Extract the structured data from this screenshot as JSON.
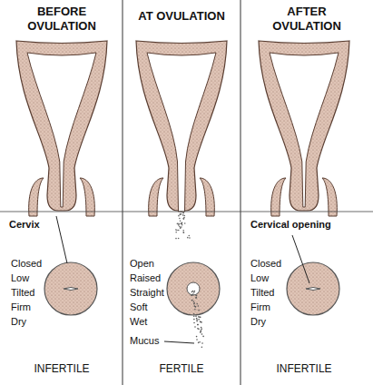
{
  "diagram": {
    "labels": [
      "BEFORE OVULATION",
      "AT OVULATION",
      "AFTER OVULATION",
      "Cervix",
      "Closed",
      "Low",
      "Tilted",
      "Firm",
      "Dry",
      "Open",
      "Raised",
      "Straight",
      "Soft",
      "Wet",
      "Cervical opening",
      "Closed",
      "Low",
      "Tilted",
      "Firm",
      "Dry",
      "Mucus",
      "INFERTILE",
      "FERTILE",
      "INFERTILE"
    ]
  }
}
